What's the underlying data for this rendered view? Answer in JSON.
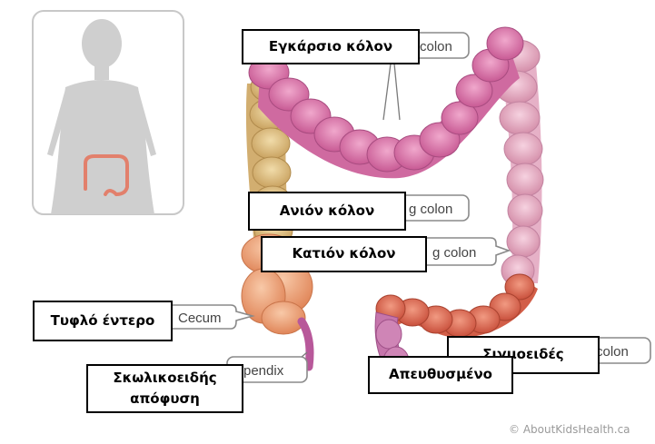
{
  "labels": {
    "transverse": "Εγκάρσιο κόλον",
    "ascending": "Ανιόν κόλον",
    "descending": "Κατιόν κόλον",
    "cecum": "Τυφλό έντερο",
    "appendix_line1": "Σκωλικοειδής",
    "appendix_line2": "απόφυση",
    "sigmoid": "Σιγμοειδές",
    "rectum": "Απευθυσμένο"
  },
  "english_fragments": {
    "transverse": "colon",
    "ascending": "g colon",
    "descending": "g colon",
    "cecum": "Cecum",
    "appendix": "pendix",
    "sigmoid": "colon"
  },
  "credit": "© AboutKidsHealth.ca",
  "colors": {
    "transverse": "#d86ea6",
    "ascending": "#d9b87c",
    "descending": "#e2a6c0",
    "cecum": "#ec9e72",
    "sigmoid": "#de6e55",
    "rectum": "#c073a8",
    "silhouette": "#cfcfcf"
  }
}
